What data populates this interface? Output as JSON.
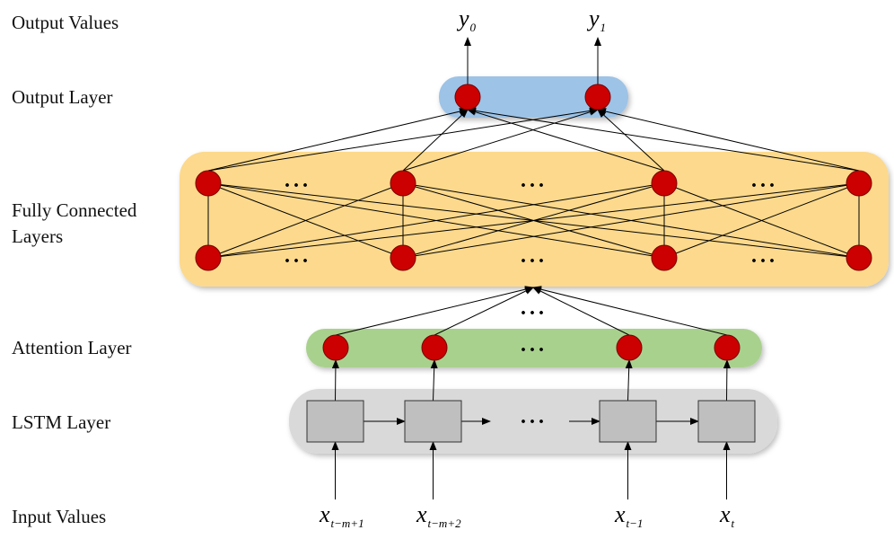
{
  "row_labels": {
    "output_values": "Output Values",
    "output_layer": "Output Layer",
    "fully_connected_line1": "Fully Connected",
    "fully_connected_line2": "Layers",
    "attention_layer": "Attention Layer",
    "lstm_layer": "LSTM Layer",
    "input_values": "Input Values"
  },
  "outputs": [
    {
      "base": "y",
      "sub": "0"
    },
    {
      "base": "y",
      "sub": "1"
    }
  ],
  "inputs": [
    {
      "base": "x",
      "sub": "t−m+1"
    },
    {
      "base": "x",
      "sub": "t−m+2"
    },
    {
      "base": "x",
      "sub": "t−1"
    },
    {
      "base": "x",
      "sub": "t"
    }
  ],
  "ellipsis": "···",
  "colors": {
    "node_fill": "#cc0000",
    "node_stroke": "#7a0000",
    "output_band": "#9dc3e6",
    "fc_band": "#fcd98c",
    "attention_band": "#a9d18e",
    "lstm_band": "#d9d9d9",
    "lstm_cell": "#bfbfbf"
  }
}
